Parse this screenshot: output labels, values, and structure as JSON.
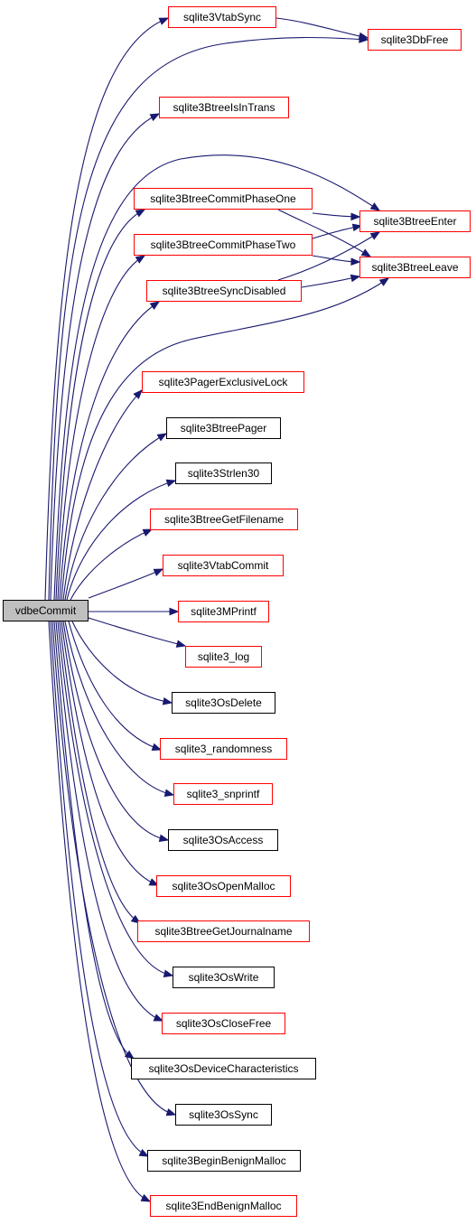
{
  "graph": {
    "edge_color": "#191970",
    "documented_border_color": "#000000",
    "undocumented_border_color": "#ff0000",
    "root_fill": "#bfbfbf",
    "root": {
      "label": "vdbeCommit"
    },
    "nodes": [
      {
        "id": "vtab-sync",
        "label": "sqlite3VtabSync",
        "border": "red"
      },
      {
        "id": "db-free",
        "label": "sqlite3DbFree",
        "border": "red"
      },
      {
        "id": "btree-is-in-trans",
        "label": "sqlite3BtreeIsInTrans",
        "border": "red"
      },
      {
        "id": "btree-commit-phase-one",
        "label": "sqlite3BtreeCommitPhaseOne",
        "border": "red"
      },
      {
        "id": "btree-enter",
        "label": "sqlite3BtreeEnter",
        "border": "red"
      },
      {
        "id": "btree-commit-phase-two",
        "label": "sqlite3BtreeCommitPhaseTwo",
        "border": "red"
      },
      {
        "id": "btree-leave",
        "label": "sqlite3BtreeLeave",
        "border": "red"
      },
      {
        "id": "btree-sync-disabled",
        "label": "sqlite3BtreeSyncDisabled",
        "border": "red"
      },
      {
        "id": "pager-exclusive-lock",
        "label": "sqlite3PagerExclusiveLock",
        "border": "red"
      },
      {
        "id": "btree-pager",
        "label": "sqlite3BtreePager",
        "border": "black"
      },
      {
        "id": "strlen30",
        "label": "sqlite3Strlen30",
        "border": "black"
      },
      {
        "id": "btree-get-filename",
        "label": "sqlite3BtreeGetFilename",
        "border": "red"
      },
      {
        "id": "vtab-commit",
        "label": "sqlite3VtabCommit",
        "border": "red"
      },
      {
        "id": "mprintf",
        "label": "sqlite3MPrintf",
        "border": "red"
      },
      {
        "id": "log",
        "label": "sqlite3_log",
        "border": "red"
      },
      {
        "id": "os-delete",
        "label": "sqlite3OsDelete",
        "border": "black"
      },
      {
        "id": "randomness",
        "label": "sqlite3_randomness",
        "border": "red"
      },
      {
        "id": "snprintf",
        "label": "sqlite3_snprintf",
        "border": "red"
      },
      {
        "id": "os-access",
        "label": "sqlite3OsAccess",
        "border": "black"
      },
      {
        "id": "os-open-malloc",
        "label": "sqlite3OsOpenMalloc",
        "border": "red"
      },
      {
        "id": "btree-get-journalname",
        "label": "sqlite3BtreeGetJournalname",
        "border": "red"
      },
      {
        "id": "os-write",
        "label": "sqlite3OsWrite",
        "border": "black"
      },
      {
        "id": "os-close-free",
        "label": "sqlite3OsCloseFree",
        "border": "red"
      },
      {
        "id": "os-device-characteristics",
        "label": "sqlite3OsDeviceCharacteristics",
        "border": "black"
      },
      {
        "id": "os-sync",
        "label": "sqlite3OsSync",
        "border": "black"
      },
      {
        "id": "begin-benign-malloc",
        "label": "sqlite3BeginBenignMalloc",
        "border": "black"
      },
      {
        "id": "end-benign-malloc",
        "label": "sqlite3EndBenignMalloc",
        "border": "red"
      }
    ],
    "edges": [
      [
        "root",
        "vtab-sync"
      ],
      [
        "root",
        "db-free"
      ],
      [
        "root",
        "btree-is-in-trans"
      ],
      [
        "root",
        "btree-enter"
      ],
      [
        "root",
        "btree-commit-phase-one"
      ],
      [
        "root",
        "btree-commit-phase-two"
      ],
      [
        "root",
        "btree-sync-disabled"
      ],
      [
        "root",
        "btree-leave"
      ],
      [
        "root",
        "pager-exclusive-lock"
      ],
      [
        "root",
        "btree-pager"
      ],
      [
        "root",
        "strlen30"
      ],
      [
        "root",
        "btree-get-filename"
      ],
      [
        "root",
        "vtab-commit"
      ],
      [
        "root",
        "mprintf"
      ],
      [
        "root",
        "log"
      ],
      [
        "root",
        "os-delete"
      ],
      [
        "root",
        "randomness"
      ],
      [
        "root",
        "snprintf"
      ],
      [
        "root",
        "os-access"
      ],
      [
        "root",
        "os-open-malloc"
      ],
      [
        "root",
        "btree-get-journalname"
      ],
      [
        "root",
        "os-write"
      ],
      [
        "root",
        "os-close-free"
      ],
      [
        "root",
        "os-device-characteristics"
      ],
      [
        "root",
        "os-sync"
      ],
      [
        "root",
        "begin-benign-malloc"
      ],
      [
        "root",
        "end-benign-malloc"
      ],
      [
        "vtab-sync",
        "db-free"
      ],
      [
        "btree-commit-phase-one",
        "btree-enter"
      ],
      [
        "btree-commit-phase-one",
        "btree-leave"
      ],
      [
        "btree-commit-phase-two",
        "btree-enter"
      ],
      [
        "btree-commit-phase-two",
        "btree-leave"
      ],
      [
        "btree-sync-disabled",
        "btree-enter"
      ],
      [
        "btree-sync-disabled",
        "btree-leave"
      ]
    ]
  }
}
